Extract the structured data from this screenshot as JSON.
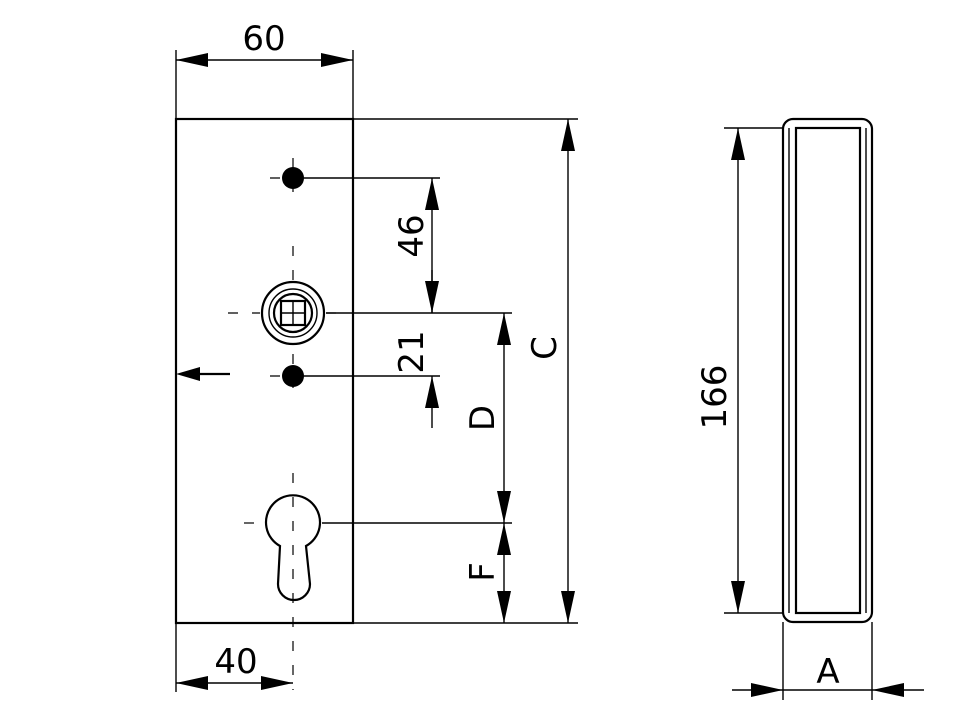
{
  "drawing": {
    "front_view": {
      "width_label": "60",
      "keyhole_offset_label": "40",
      "dim_46_label": "46",
      "dim_21_label": "21",
      "label_C": "C",
      "label_D": "D",
      "label_F": "F"
    },
    "side_view": {
      "height_label": "166",
      "depth_label": "A"
    }
  }
}
